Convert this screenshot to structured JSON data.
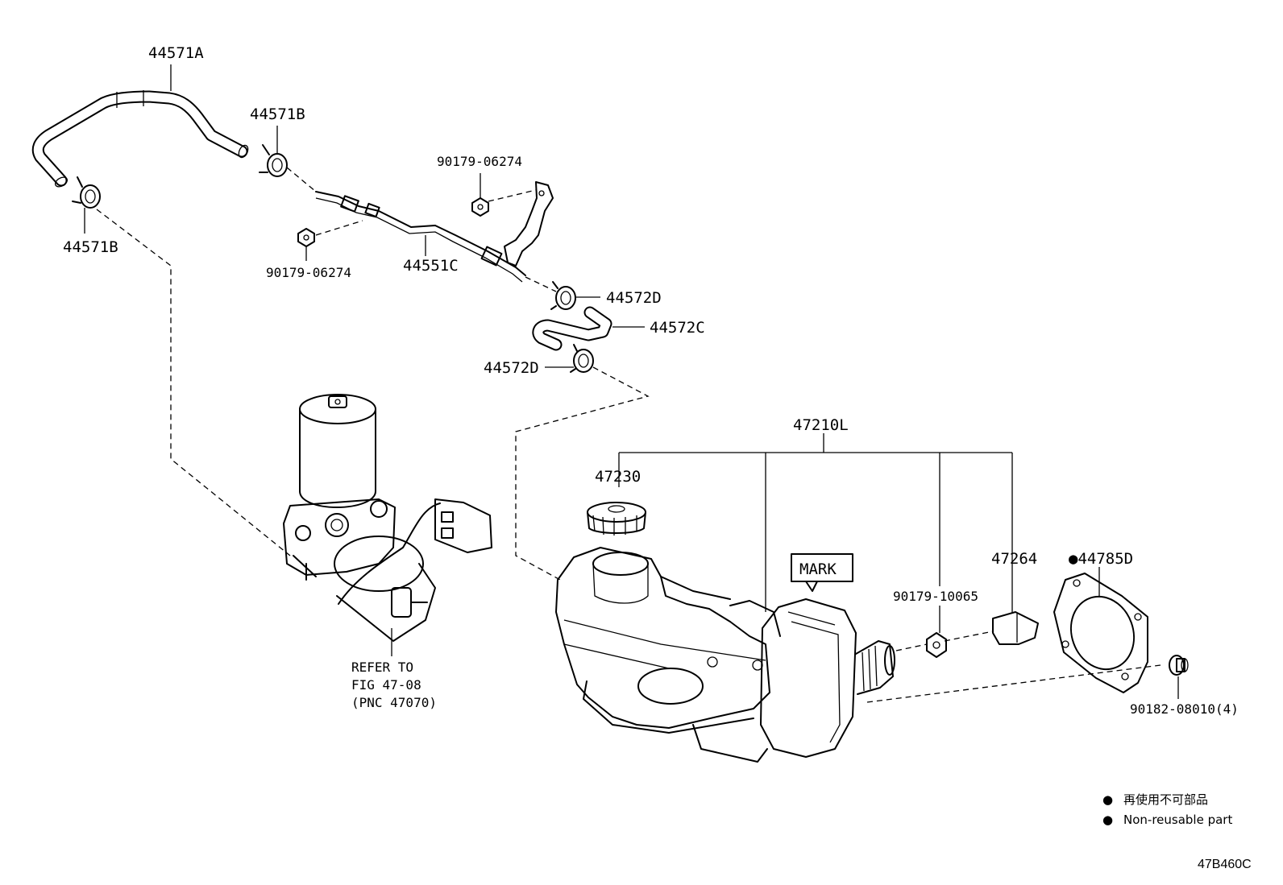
{
  "labels": {
    "p44571A": "44571A",
    "p44571B_top": "44571B",
    "p44571B_left": "44571B",
    "p90179_06274_top": "90179-06274",
    "p90179_06274_left": "90179-06274",
    "p44551C": "44551C",
    "p44572D_top": "44572D",
    "p44572C": "44572C",
    "p44572D_bottom": "44572D",
    "p47210L": "47210L",
    "p47230": "47230",
    "mark": "MARK",
    "p47264": "47264",
    "p44785D": "●44785D",
    "p90179_10065": "90179-10065",
    "p90182_08010": "90182-08010(4)",
    "refer_line1": "REFER TO",
    "refer_line2": "FIG 47-08",
    "refer_line3": "(PNC 47070)"
  },
  "legend": {
    "bullet": "●",
    "japanese": "再使用不可部品",
    "english": "Non-reusable part"
  },
  "figure_code": "47B460C"
}
